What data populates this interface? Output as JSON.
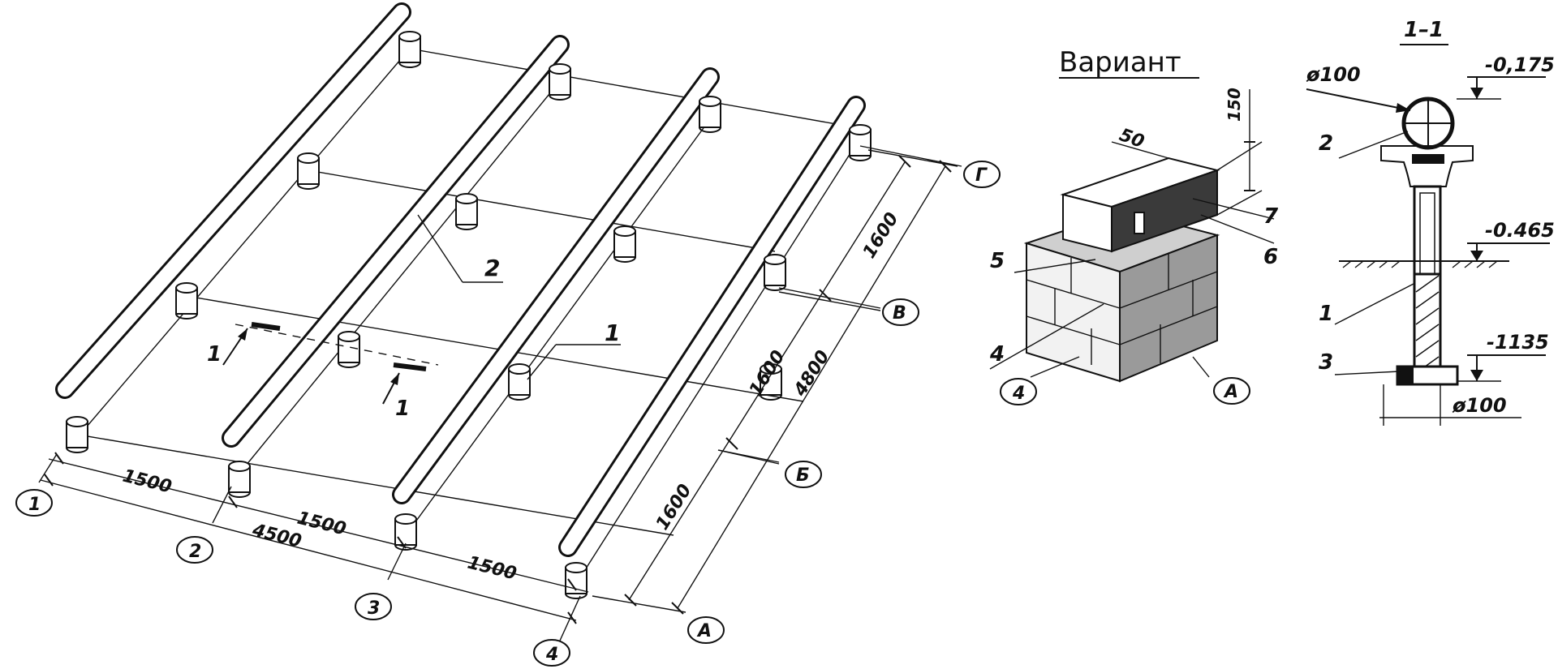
{
  "plan": {
    "axes_numbers": [
      "1",
      "2",
      "3",
      "4"
    ],
    "axes_letters": [
      "А",
      "Б",
      "В",
      "Г"
    ],
    "dim_span": "1500",
    "dim_total_x": "4500",
    "dim_span_y": "1600",
    "dim_total_y": "4800",
    "section_mark": "1",
    "label_post": "1",
    "label_beam": "2"
  },
  "variant": {
    "title": "Вариант",
    "dim_150": "150",
    "dim_50": "50",
    "labels": [
      "4",
      "5",
      "6",
      "7"
    ],
    "bubble_axis": "4",
    "bubble_letter": "А"
  },
  "section": {
    "title": "1–1",
    "diameter_top": "ø100",
    "diameter_bottom": "ø100",
    "elev_top": "-0,175",
    "elev_mid": "-0.465",
    "elev_bottom": "-1135",
    "labels": [
      "1",
      "2",
      "3"
    ]
  }
}
